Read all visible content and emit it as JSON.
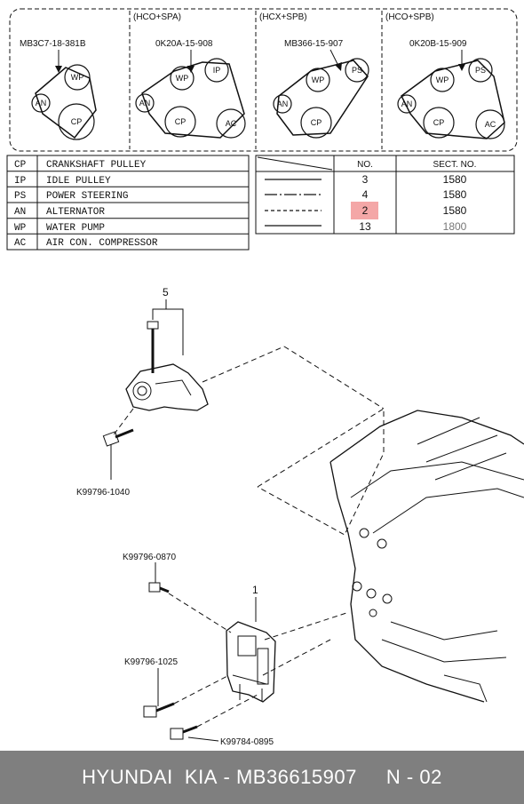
{
  "belt_layouts": [
    {
      "variant": "",
      "part_no": "MB3C7-18-381B",
      "pulleys": [
        "WP",
        "AN",
        "CP"
      ]
    },
    {
      "variant": "(HCO+SPA)",
      "part_no": "0K20A-15-908",
      "pulleys": [
        "IP",
        "WP",
        "AN",
        "CP",
        "AC"
      ]
    },
    {
      "variant": "(HCX+SPB)",
      "part_no": "MB366-15-907",
      "pulleys": [
        "PS",
        "WP",
        "AN",
        "CP"
      ]
    },
    {
      "variant": "(HCO+SPB)",
      "part_no": "0K20B-15-909",
      "pulleys": [
        "PS",
        "WP",
        "AN",
        "CP",
        "AC"
      ]
    }
  ],
  "legend": [
    {
      "code": "CP",
      "name": "CRANKSHAFT PULLEY"
    },
    {
      "code": "IP",
      "name": "IDLE PULLEY"
    },
    {
      "code": "PS",
      "name": "POWER STEERING"
    },
    {
      "code": "AN",
      "name": "ALTERNATOR"
    },
    {
      "code": "WP",
      "name": "WATER PUMP"
    },
    {
      "code": "AC",
      "name": "AIR CON. COMPRESSOR"
    }
  ],
  "belt_table": {
    "headers": [
      "NO.",
      "SECT. NO."
    ],
    "rows": [
      {
        "no": "3",
        "sect": "1580"
      },
      {
        "no": "4",
        "sect": "1580"
      },
      {
        "no": "2",
        "sect": "1580",
        "highlight": true
      },
      {
        "no": "13",
        "sect": "1800"
      }
    ],
    "highlight_color": "#f08a8a"
  },
  "callouts": {
    "item5": "5",
    "item1": "1",
    "bolt_a": "K99796-1040",
    "bolt_b": "K99796-0870",
    "bolt_c": "K99796-1025",
    "bolt_d": "K99784-0895"
  },
  "footer": {
    "brand": "HYUNDAI  KIA",
    "separator": " - ",
    "part_number": "MB36615907",
    "page": "N - 02"
  }
}
